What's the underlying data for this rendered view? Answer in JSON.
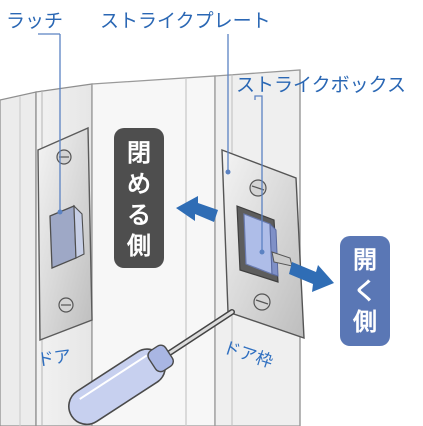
{
  "labels": {
    "latch": "ラッチ",
    "strike_plate": "ストライクプレート",
    "strike_box": "ストライクボックス",
    "door": "ドア",
    "door_frame": "ドア枠"
  },
  "badges": {
    "closing_side": [
      "閉",
      "め",
      "る",
      "側"
    ],
    "opening_side": [
      "開",
      "く",
      "側"
    ]
  },
  "colors": {
    "label_blue": "#2a67b4",
    "closing_badge": "#4e4e4e",
    "opening_badge": "#5a77b5",
    "strike_box_fill": "#aebde8",
    "arrow_blue": "#2f6db5"
  },
  "icons": {
    "screwdriver": "screwdriver-icon",
    "arrow_left": "arrow-left-icon",
    "arrow_right": "arrow-right-icon"
  }
}
